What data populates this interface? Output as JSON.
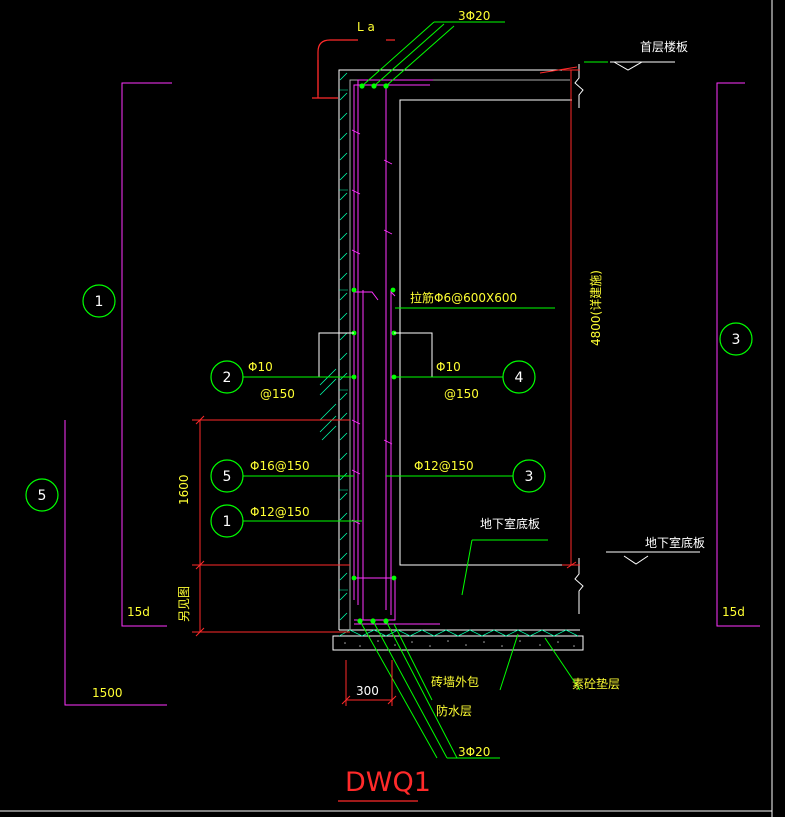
{
  "title": "DWQ1",
  "labels": {
    "la": "L a",
    "top_bars": "3Φ20",
    "bottom_bars": "3Φ20",
    "first_floor_slab": "首层楼板",
    "basement_floor_slab": "地下室底板",
    "basement_slab_inner": "地下室底板",
    "height_dim": "4800(详建施)",
    "tie_bars": "拉筋Φ6@600X600",
    "bar2_spec": "Φ10",
    "bar2_spacing": "@150",
    "bar4_spec": "Φ10",
    "bar4_spacing": "@150",
    "bar5_spec": "Φ16@150",
    "bar3_spec": "Φ12@150",
    "bar1_spec": "Φ12@150",
    "dim_1600": "1600",
    "dim_foundation": "另见图",
    "dim_300": "300",
    "dim_1500": "1500",
    "dim_15d_left": "15d",
    "dim_15d_right": "15d",
    "brick_wall": "砖墙外包",
    "waterproof": "防水层",
    "cushion": "素砼垫层"
  },
  "markers": {
    "m1_left": "1",
    "m5_left": "5",
    "m3_right": "3",
    "m2": "2",
    "m4": "4",
    "m5": "5",
    "m3": "3",
    "m1": "1"
  },
  "colors": {
    "background": "#000000",
    "concrete": "#ffffff",
    "rebar": "#00ff00",
    "dimension": "#ff2a2a",
    "schedule": "#ff33ff",
    "text": "#ffff33",
    "marker": "#00ff00",
    "hatch": "#00ffaa"
  }
}
